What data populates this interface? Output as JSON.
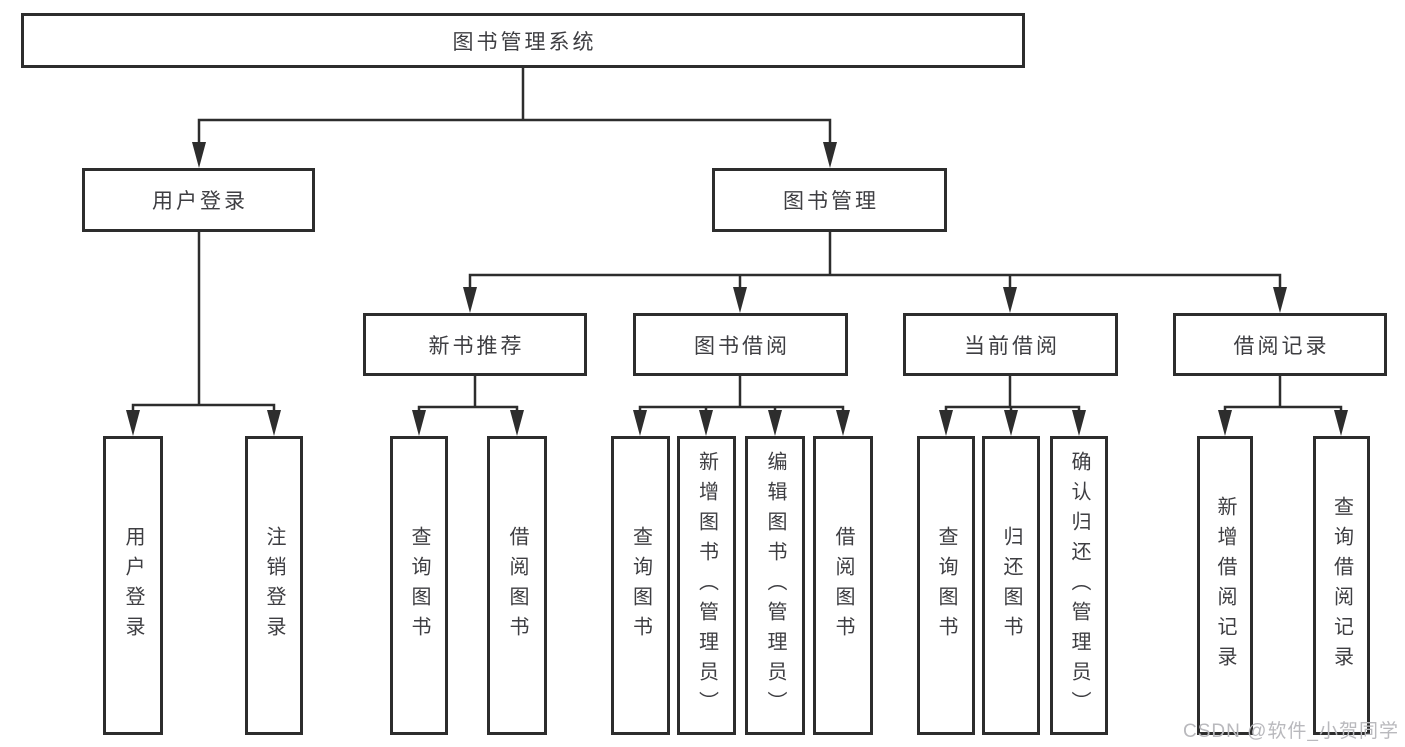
{
  "diagram": {
    "root": {
      "label": "图书管理系统"
    },
    "level2": [
      {
        "label": "用户登录",
        "children": [
          {
            "label": "用户登录"
          },
          {
            "label": "注销登录"
          }
        ]
      },
      {
        "label": "图书管理",
        "children": [
          {
            "label": "新书推荐",
            "children": [
              {
                "label": "查询图书"
              },
              {
                "label": "借阅图书"
              }
            ]
          },
          {
            "label": "图书借阅",
            "children": [
              {
                "label": "查询图书"
              },
              {
                "label": "新增图书（管理员）"
              },
              {
                "label": "编辑图书（管理员）"
              },
              {
                "label": "借阅图书"
              }
            ]
          },
          {
            "label": "当前借阅",
            "children": [
              {
                "label": "查询图书"
              },
              {
                "label": "归还图书"
              },
              {
                "label": "确认归还（管理员）"
              }
            ]
          },
          {
            "label": "借阅记录",
            "children": [
              {
                "label": "新增借阅记录"
              },
              {
                "label": "查询借阅记录"
              }
            ]
          }
        ]
      }
    ]
  },
  "watermark": {
    "text": "CSDN @软件_小贺同学"
  },
  "colors": {
    "line": "#2d2d2d",
    "box_border": "#2d2d2d",
    "text": "#3e3e42",
    "watermark": "#b9b9bd",
    "background": "#ffffff"
  }
}
